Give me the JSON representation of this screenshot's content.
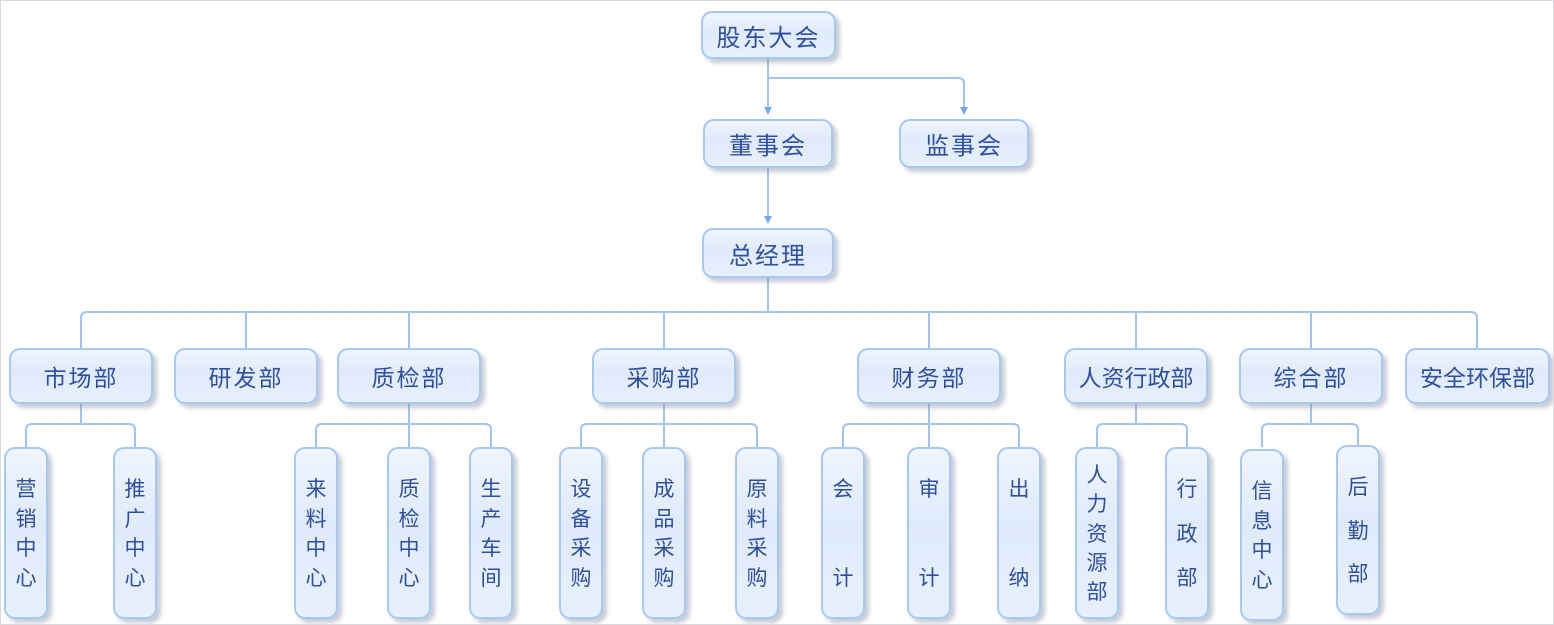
{
  "org": {
    "root": {
      "label": "股东大会"
    },
    "governance": [
      {
        "label": "董事会"
      },
      {
        "label": "监事会"
      }
    ],
    "general_manager": {
      "label": "总经理"
    },
    "departments": [
      {
        "label": "市场部",
        "children": [
          "营销中心",
          "推广中心"
        ]
      },
      {
        "label": "研发部",
        "children": []
      },
      {
        "label": "质检部",
        "children": [
          "来料中心",
          "质检中心",
          "生产车间"
        ]
      },
      {
        "label": "采购部",
        "children": [
          "设备采购",
          "成品采购",
          "原料采购"
        ]
      },
      {
        "label": "财务部",
        "children": [
          "会计",
          "审计",
          "出纳"
        ]
      },
      {
        "label": "人资行政部",
        "children": [
          "人力资源部",
          "行政部"
        ]
      },
      {
        "label": "综合部",
        "children": [
          "信息中心",
          "后勤部"
        ]
      },
      {
        "label": "安全环保部",
        "children": []
      }
    ],
    "colors": {
      "node_fill": "#e3edfc",
      "node_border": "#a6c8f2",
      "node_text": "#30509e",
      "connector": "#a3c4ef",
      "arrowhead": "#7ca6e8",
      "canvas_border": "#d7d9dd"
    }
  }
}
